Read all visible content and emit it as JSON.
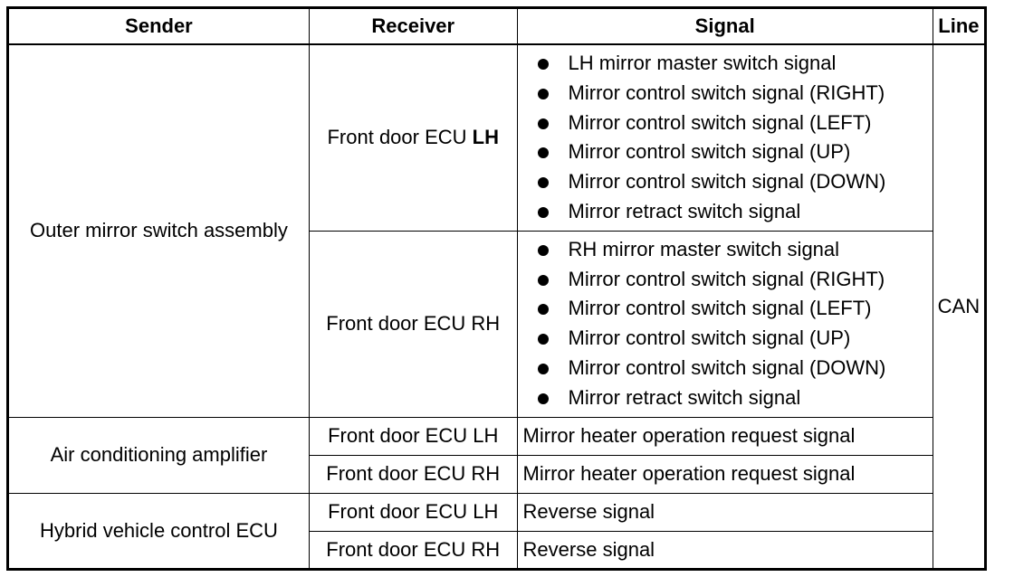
{
  "headers": {
    "sender": "Sender",
    "receiver": "Receiver",
    "signal": "Signal",
    "line": "Line"
  },
  "line_value": "CAN",
  "groups": [
    {
      "sender": "Outer mirror switch assembly",
      "rows": [
        {
          "receiver_prefix": "Front door ECU ",
          "receiver_suffix": "LH",
          "signals": [
            "LH mirror master switch signal",
            "Mirror control switch signal (RIGHT)",
            "Mirror control switch signal (LEFT)",
            "Mirror control switch signal (UP)",
            "Mirror control switch signal (DOWN)",
            "Mirror retract switch signal"
          ]
        },
        {
          "receiver_prefix": "Front door ECU ",
          "receiver_suffix": "RH",
          "signals": [
            "RH mirror master switch signal",
            "Mirror control switch signal (RIGHT)",
            "Mirror control switch signal (LEFT)",
            "Mirror control switch signal (UP)",
            "Mirror control switch signal (DOWN)",
            "Mirror retract switch signal"
          ]
        }
      ]
    },
    {
      "sender": "Air conditioning amplifier",
      "rows": [
        {
          "receiver_prefix": "Front door ECU ",
          "receiver_suffix": "LH",
          "signal": "Mirror heater operation request signal"
        },
        {
          "receiver_prefix": "Front door ECU ",
          "receiver_suffix": "RH",
          "signal": "Mirror heater operation request signal"
        }
      ]
    },
    {
      "sender": "Hybrid vehicle control ECU",
      "rows": [
        {
          "receiver_prefix": "Front door ECU ",
          "receiver_suffix": "LH",
          "signal": "Reverse signal"
        },
        {
          "receiver_prefix": "Front door ECU ",
          "receiver_suffix": "RH",
          "signal": "Reverse signal"
        }
      ]
    }
  ]
}
